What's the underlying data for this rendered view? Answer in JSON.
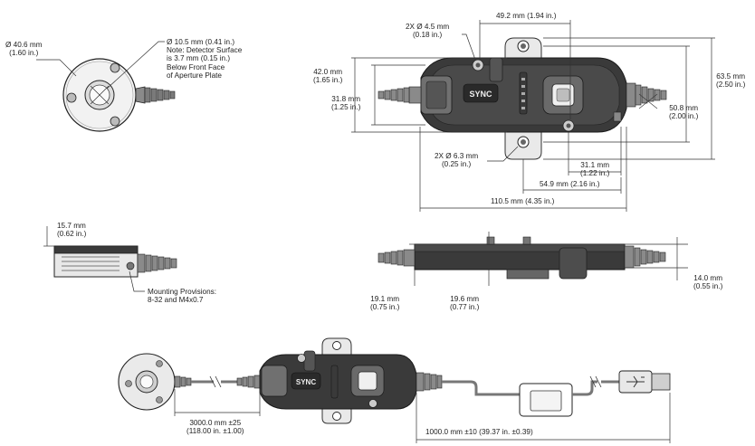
{
  "front_view": {
    "diameter": "Ø 40.6 mm",
    "diameter_in": "(1.60 in.)",
    "aperture_note": [
      "Ø 10.5 mm (0.41 in.)",
      "Note: Detector Surface",
      "is 3.7 mm (0.15 in.)",
      "Below Front Face",
      "of Aperture Plate"
    ]
  },
  "top_view": {
    "holes_small": [
      "2X Ø 4.5 mm",
      "(0.18 in.)"
    ],
    "width_49": "49.2 mm (1.94 in.)",
    "height_42": [
      "42.0 mm",
      "(1.65 in.)"
    ],
    "height_31": [
      "31.8 mm",
      "(1.25 in.)"
    ],
    "height_63": [
      "63.5 mm",
      "(2.50 in.)"
    ],
    "height_50": [
      "50.8 mm",
      "(2.00 in.)"
    ],
    "holes_large": [
      "2X Ø 6.3 mm",
      "(0.25 in.)"
    ],
    "width_31": [
      "31.1 mm",
      "(1.22 in.)"
    ],
    "width_54": "54.9 mm (2.16 in.)",
    "width_110": "110.5 mm (4.35 in.)",
    "logo": "SYNC"
  },
  "side_view_sensor": {
    "thickness": [
      "15.7 mm",
      "(0.62 in.)"
    ],
    "mounting": [
      "Mounting Provisions:",
      "8-32 and M4x0.7"
    ]
  },
  "side_view_body": {
    "depth_19_1": [
      "19.1 mm",
      "(0.75 in.)"
    ],
    "depth_19_6": [
      "19.6 mm",
      "(0.77 in.)"
    ],
    "depth_14": [
      "14.0 mm",
      "(0.55 in.)"
    ]
  },
  "assembly": {
    "cable_sensor": [
      "3000.0 mm ±25",
      "(118.00 in. ±1.00)"
    ],
    "cable_usb": "1000.0 mm ±10 (39.37 in. ±0.39)",
    "logo": "SYNC"
  }
}
